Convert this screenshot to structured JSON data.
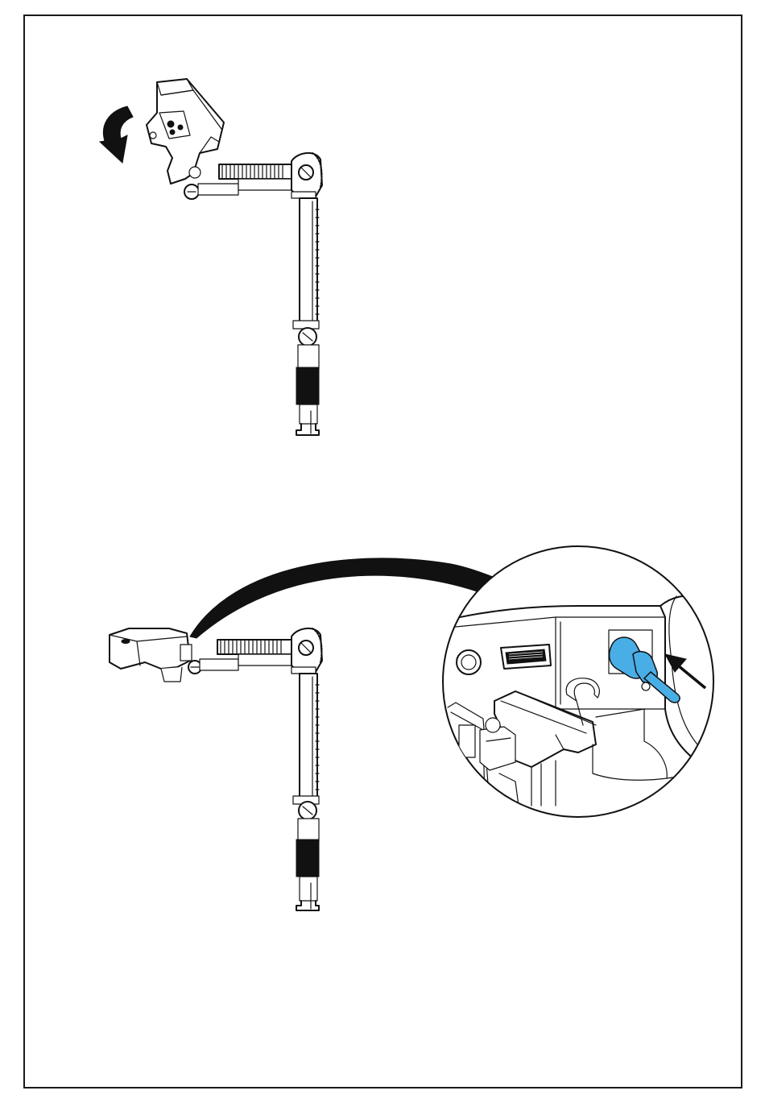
{
  "page": {
    "figures": [
      {
        "id": "step-rotate",
        "arrow_direction": "counterclockwise"
      },
      {
        "id": "step-connect",
        "highlight_color": "#3fa9e0",
        "callout": "zoomed-connector-view"
      }
    ]
  },
  "colors": {
    "line": "#111111",
    "background": "#ffffff",
    "connector": "#4aaee6",
    "connector_dark": "#1f7fb8"
  },
  "icons": [
    "rotate-arrow-icon",
    "insert-arrow-icon"
  ]
}
